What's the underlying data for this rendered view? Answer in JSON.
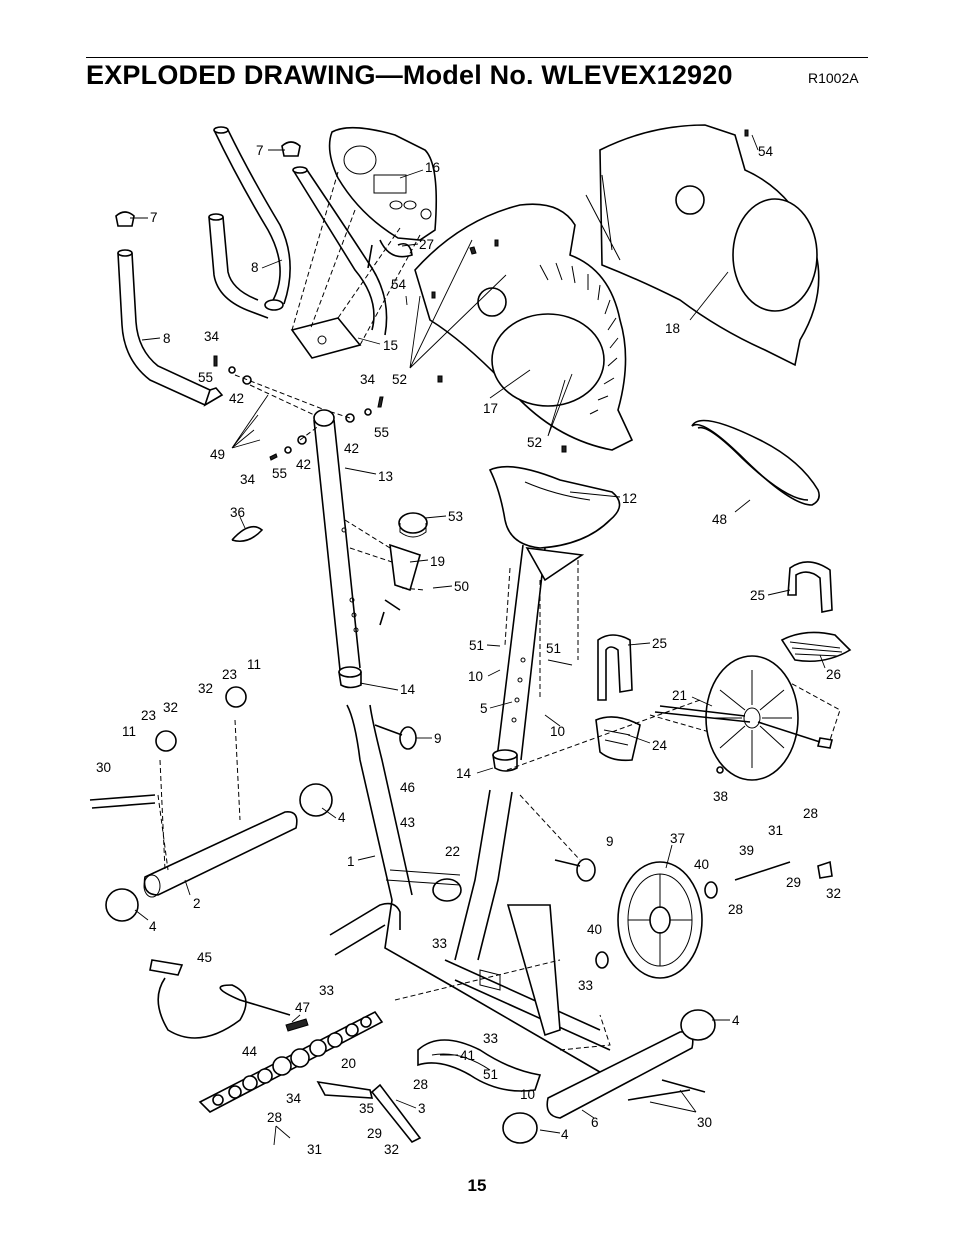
{
  "header": {
    "title": "EXPLODED DRAWING—Model No. WLEVEX12920",
    "drawing_code": "R1002A"
  },
  "footer": {
    "page_number": "15"
  },
  "callouts": [
    {
      "label": "7"
    },
    {
      "label": "16"
    },
    {
      "label": "54"
    },
    {
      "label": "7"
    },
    {
      "label": "27"
    },
    {
      "label": "8"
    },
    {
      "label": "54"
    },
    {
      "label": "8"
    },
    {
      "label": "15"
    },
    {
      "label": "34"
    },
    {
      "label": "18"
    },
    {
      "label": "55"
    },
    {
      "label": "34"
    },
    {
      "label": "52"
    },
    {
      "label": "42"
    },
    {
      "label": "17"
    },
    {
      "label": "55"
    },
    {
      "label": "42"
    },
    {
      "label": "52"
    },
    {
      "label": "49"
    },
    {
      "label": "42"
    },
    {
      "label": "34"
    },
    {
      "label": "55"
    },
    {
      "label": "13"
    },
    {
      "label": "12"
    },
    {
      "label": "36"
    },
    {
      "label": "53"
    },
    {
      "label": "48"
    },
    {
      "label": "19"
    },
    {
      "label": "50"
    },
    {
      "label": "25"
    },
    {
      "label": "51"
    },
    {
      "label": "25"
    },
    {
      "label": "51"
    },
    {
      "label": "26"
    },
    {
      "label": "10"
    },
    {
      "label": "11"
    },
    {
      "label": "23"
    },
    {
      "label": "32"
    },
    {
      "label": "14"
    },
    {
      "label": "21"
    },
    {
      "label": "23"
    },
    {
      "label": "32"
    },
    {
      "label": "5"
    },
    {
      "label": "11"
    },
    {
      "label": "10"
    },
    {
      "label": "24"
    },
    {
      "label": "9"
    },
    {
      "label": "30"
    },
    {
      "label": "14"
    },
    {
      "label": "38"
    },
    {
      "label": "46"
    },
    {
      "label": "4"
    },
    {
      "label": "28"
    },
    {
      "label": "43"
    },
    {
      "label": "9"
    },
    {
      "label": "37"
    },
    {
      "label": "31"
    },
    {
      "label": "22"
    },
    {
      "label": "1"
    },
    {
      "label": "39"
    },
    {
      "label": "40"
    },
    {
      "label": "29"
    },
    {
      "label": "32"
    },
    {
      "label": "2"
    },
    {
      "label": "28"
    },
    {
      "label": "4"
    },
    {
      "label": "33"
    },
    {
      "label": "40"
    },
    {
      "label": "45"
    },
    {
      "label": "33"
    },
    {
      "label": "33"
    },
    {
      "label": "47"
    },
    {
      "label": "4"
    },
    {
      "label": "44"
    },
    {
      "label": "33"
    },
    {
      "label": "20"
    },
    {
      "label": "41"
    },
    {
      "label": "51"
    },
    {
      "label": "28"
    },
    {
      "label": "10"
    },
    {
      "label": "34"
    },
    {
      "label": "35"
    },
    {
      "label": "3"
    },
    {
      "label": "6"
    },
    {
      "label": "30"
    },
    {
      "label": "28"
    },
    {
      "label": "29"
    },
    {
      "label": "4"
    },
    {
      "label": "31"
    },
    {
      "label": "32"
    }
  ]
}
